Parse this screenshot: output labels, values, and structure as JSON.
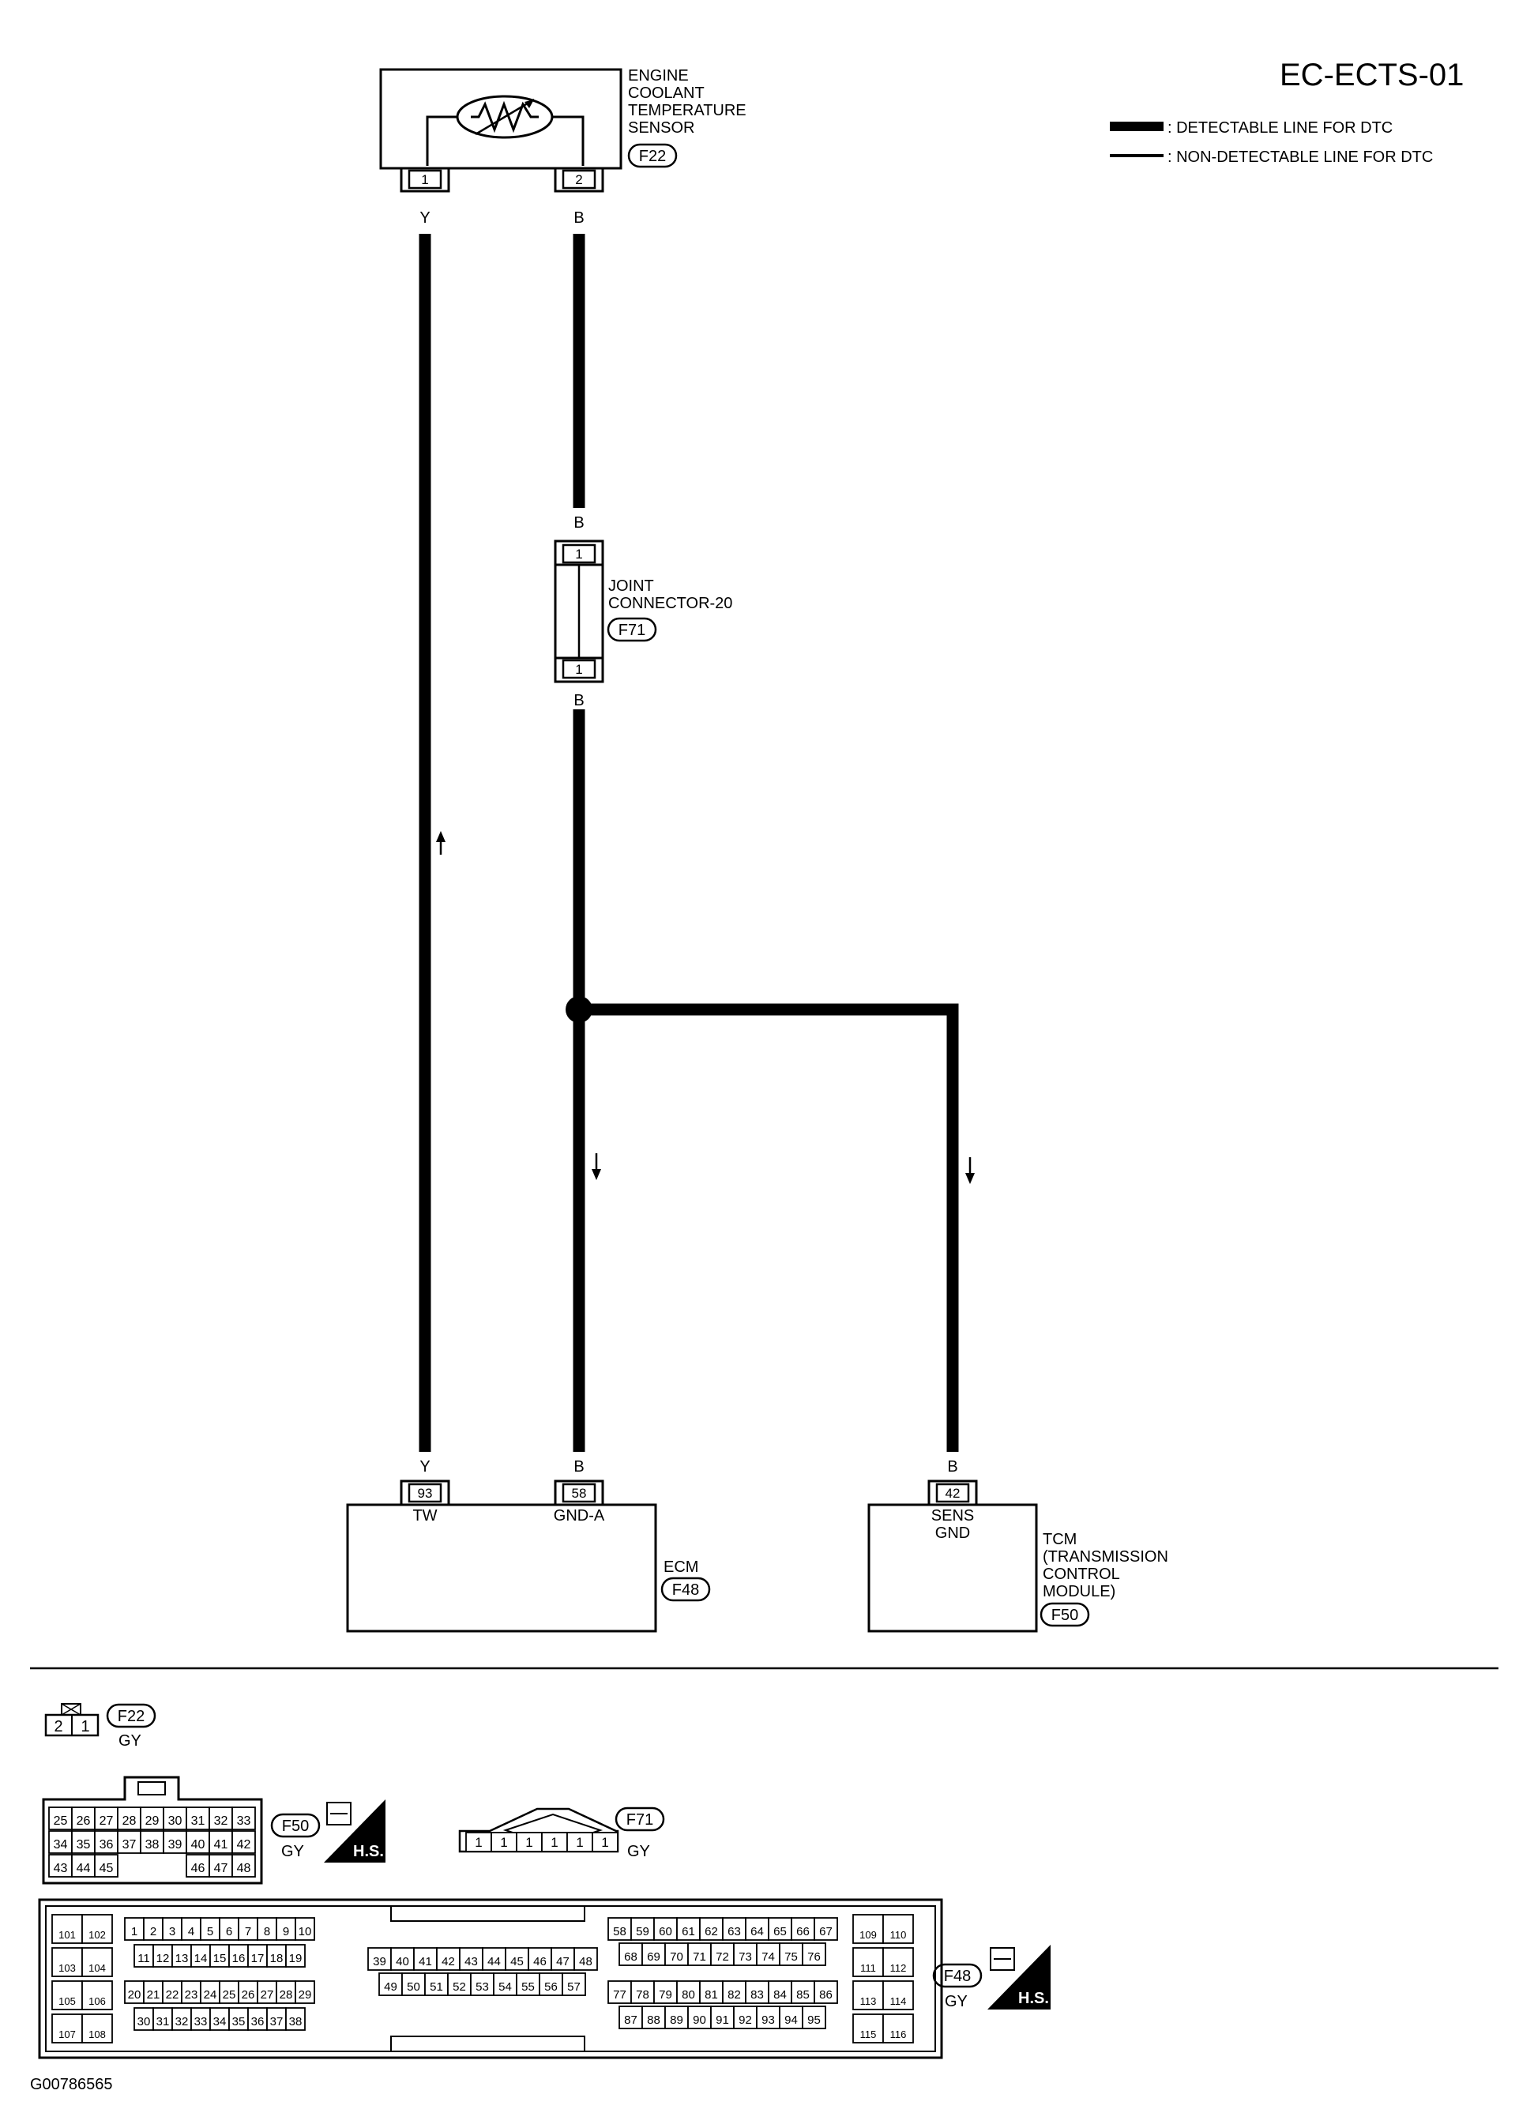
{
  "header": {
    "title": "EC-ECTS-01",
    "legend": [
      {
        "text": ": DETECTABLE LINE FOR DTC",
        "style": "thick"
      },
      {
        "text": ": NON-DETECTABLE LINE FOR DTC",
        "style": "thin"
      }
    ]
  },
  "components": {
    "sensor": {
      "lines": [
        "ENGINE",
        "COOLANT",
        "TEMPERATURE",
        "SENSOR"
      ],
      "connector": "F22",
      "pins": [
        "1",
        "2"
      ]
    },
    "joint": {
      "lines": [
        "JOINT",
        "CONNECTOR-20"
      ],
      "connector": "F71",
      "pin_top": "1",
      "pin_bottom": "1"
    },
    "ecm": {
      "name": "ECM",
      "connector": "F48",
      "pins": [
        {
          "num": "93",
          "label": "TW"
        },
        {
          "num": "58",
          "label": "GND-A"
        }
      ]
    },
    "tcm": {
      "lines": [
        "TCM",
        "(TRANSMISSION",
        "CONTROL",
        "MODULE)"
      ],
      "connector": "F50",
      "pin": {
        "num": "42",
        "label_lines": [
          "SENS",
          "GND"
        ]
      }
    }
  },
  "wires": {
    "sensor_pin1": "Y",
    "sensor_pin2": "B",
    "joint_top": "B",
    "joint_bottom": "B",
    "ecm_93": "Y",
    "ecm_58": "B",
    "tcm_42": "B"
  },
  "connector_views": {
    "f22": {
      "id": "F22",
      "color": "GY",
      "pins": [
        "2",
        "1"
      ]
    },
    "f50": {
      "id": "F50",
      "color": "GY",
      "badge": "H.S.",
      "rows": [
        [
          "25",
          "26",
          "27",
          "28",
          "29",
          "30",
          "31",
          "32",
          "33"
        ],
        [
          "34",
          "35",
          "36",
          "37",
          "38",
          "39",
          "40",
          "41",
          "42"
        ],
        [
          "43",
          "44",
          "45",
          "46",
          "47",
          "48"
        ]
      ]
    },
    "f71": {
      "id": "F71",
      "color": "GY",
      "pins": [
        "1",
        "1",
        "1",
        "1",
        "1",
        "1"
      ]
    },
    "f48": {
      "id": "F48",
      "color": "GY",
      "badge": "H.S.",
      "left_block": [
        [
          "101",
          "102"
        ],
        [
          "103",
          "104"
        ],
        [
          "105",
          "106"
        ],
        [
          "107",
          "108"
        ]
      ],
      "row1": [
        "1",
        "2",
        "3",
        "4",
        "5",
        "6",
        "7",
        "8",
        "9",
        "10"
      ],
      "row2": [
        "11",
        "12",
        "13",
        "14",
        "15",
        "16",
        "17",
        "18",
        "19"
      ],
      "row3": [
        "20",
        "21",
        "22",
        "23",
        "24",
        "25",
        "26",
        "27",
        "28",
        "29"
      ],
      "row4": [
        "30",
        "31",
        "32",
        "33",
        "34",
        "35",
        "36",
        "37",
        "38"
      ],
      "mid_row1": [
        "39",
        "40",
        "41",
        "42",
        "43",
        "44",
        "45",
        "46",
        "47",
        "48"
      ],
      "mid_row2": [
        "49",
        "50",
        "51",
        "52",
        "53",
        "54",
        "55",
        "56",
        "57"
      ],
      "right_row1": [
        "58",
        "59",
        "60",
        "61",
        "62",
        "63",
        "64",
        "65",
        "66",
        "67"
      ],
      "right_row2": [
        "68",
        "69",
        "70",
        "71",
        "72",
        "73",
        "74",
        "75",
        "76"
      ],
      "right_row3": [
        "77",
        "78",
        "79",
        "80",
        "81",
        "82",
        "83",
        "84",
        "85",
        "86"
      ],
      "right_row4": [
        "87",
        "88",
        "89",
        "90",
        "91",
        "92",
        "93",
        "94",
        "95"
      ],
      "right_block": [
        [
          "109",
          "110"
        ],
        [
          "111",
          "112"
        ],
        [
          "113",
          "114"
        ],
        [
          "115",
          "116"
        ]
      ]
    }
  },
  "footer": {
    "code": "G00786565"
  }
}
